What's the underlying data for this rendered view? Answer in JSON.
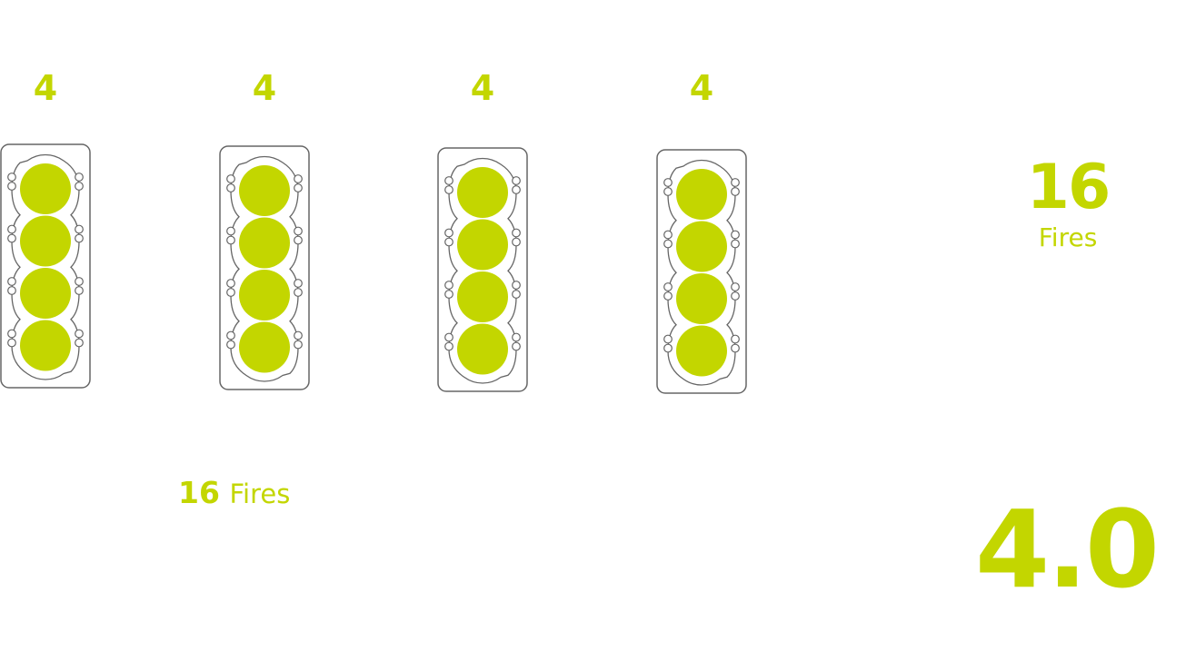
{
  "colors": {
    "accent": "#c3d600",
    "outline": "#666666"
  },
  "cylinder_banks": [
    {
      "count": "4",
      "cylinders": 4
    },
    {
      "count": "4",
      "cylinders": 4
    },
    {
      "count": "4",
      "cylinders": 4
    },
    {
      "count": "4",
      "cylinders": 4
    }
  ],
  "summary": {
    "total_number": "16",
    "total_label": "Fires",
    "inline_number": "16",
    "inline_label": "Fires",
    "displacement": "4.0"
  }
}
